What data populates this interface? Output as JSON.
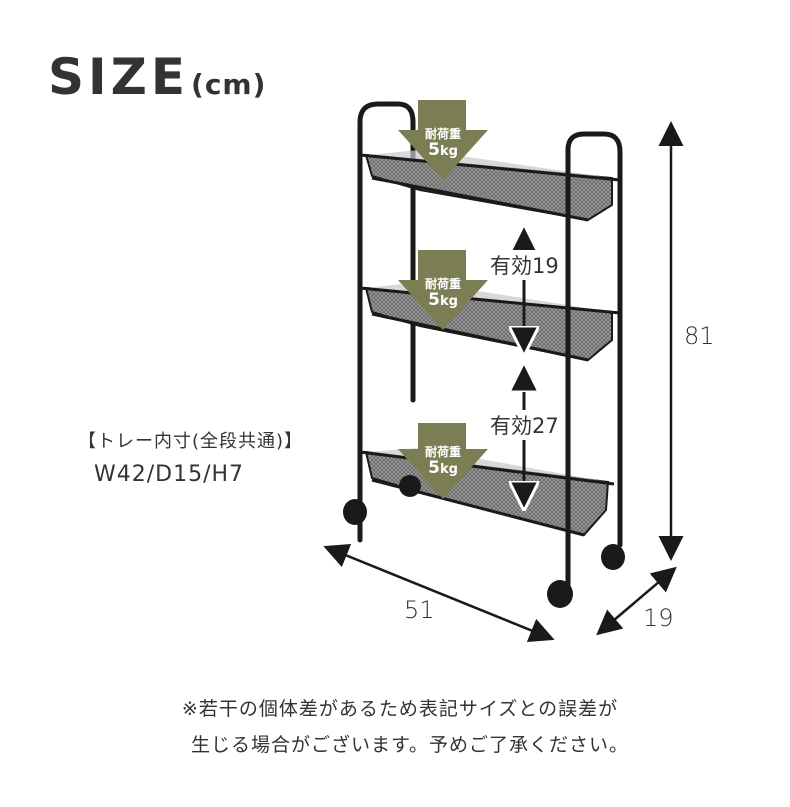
{
  "header": {
    "title": "SIZE",
    "unit": "(cm)"
  },
  "dimensions": {
    "height": "81",
    "width": "51",
    "depth": "19",
    "effective_upper": "有効19",
    "effective_lower": "有効27"
  },
  "load_badges": [
    {
      "label": "耐荷重",
      "value": "5",
      "unit": "kg"
    },
    {
      "label": "耐荷重",
      "value": "5",
      "unit": "kg"
    },
    {
      "label": "耐荷重",
      "value": "5",
      "unit": "kg"
    }
  ],
  "tray": {
    "title": "【トレー内寸(全段共通)】",
    "size": "W42/D15/H7"
  },
  "note": {
    "line1": "※若干の個体差があるため表記サイズとの誤差が",
    "line2": "生じる場合がございます。予めご了承ください。"
  },
  "colors": {
    "text": "#333333",
    "badge": "#7b7e52",
    "frame": "#1a1a1a",
    "mesh": "#8a8a8a"
  }
}
